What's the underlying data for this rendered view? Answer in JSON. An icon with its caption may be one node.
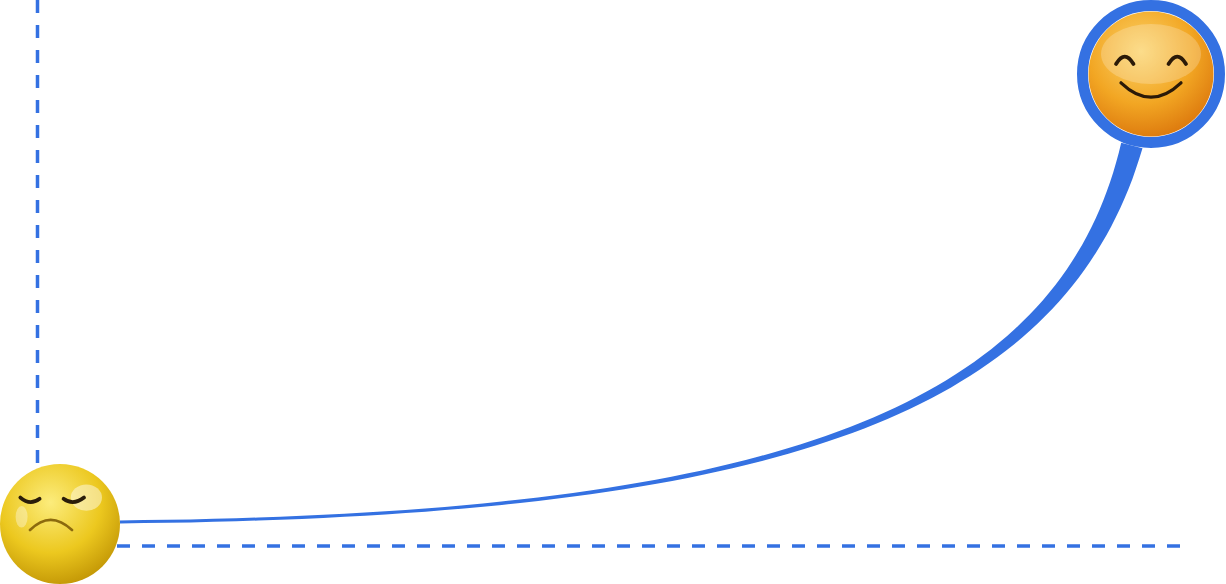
{
  "diagram": {
    "nodes": [
      {
        "text": [],
        "shape": "picture"
      },
      {
        "text": [],
        "shape": "picture"
      }
    ],
    "edges": [
      {
        "from": 0,
        "to": 1,
        "arrow": "none",
        "style": "thick"
      }
    ]
  }
}
